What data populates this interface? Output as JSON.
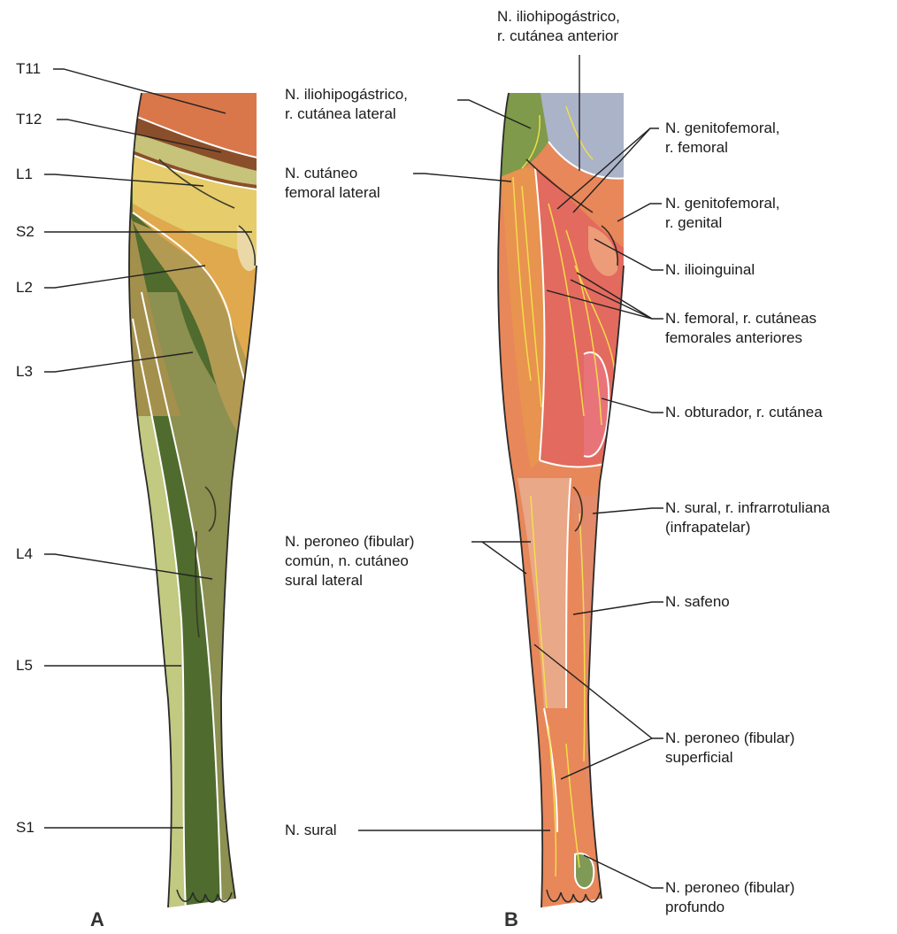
{
  "panel_a": {
    "label": "A",
    "dermatomes": [
      "T11",
      "T12",
      "L1",
      "S2",
      "L2",
      "L3",
      "L4",
      "L5",
      "S1"
    ]
  },
  "panel_b": {
    "label": "B",
    "nerves": [
      {
        "lines": [
          "N. iliohipogástrico,",
          "r. cutánea anterior"
        ]
      },
      {
        "lines": [
          "N. iliohipogástrico,",
          "r. cutánea lateral"
        ]
      },
      {
        "lines": [
          "N. cutáneo",
          "femoral lateral"
        ]
      },
      {
        "lines": [
          "N. genitofemoral,",
          "r. femoral"
        ]
      },
      {
        "lines": [
          "N. genitofemoral,",
          "r. genital"
        ]
      },
      {
        "lines": [
          "N. ilioinguinal"
        ]
      },
      {
        "lines": [
          "N. femoral, r. cutáneas",
          "femorales anteriores"
        ]
      },
      {
        "lines": [
          "N. obturador, r. cutánea"
        ]
      },
      {
        "lines": [
          "N. sural, r. infrarrotuliana",
          "(infrapatelar)"
        ]
      },
      {
        "lines": [
          "N. peroneo (fibular)",
          "común, n. cutáneo",
          "sural lateral"
        ]
      },
      {
        "lines": [
          "N. safeno"
        ]
      },
      {
        "lines": [
          "N. peroneo (fibular)",
          "superficial"
        ]
      },
      {
        "lines": [
          "N. sural"
        ]
      },
      {
        "lines": [
          "N. peroneo (fibular)",
          "profundo"
        ]
      }
    ]
  },
  "colors": {
    "t11": "#d9774a",
    "t12": "#8a4f2a",
    "l1": "#e6cc6a",
    "l2": "#e0a94e",
    "l3": "#b39a52",
    "l4": "#8c9050",
    "l5": "#c2c980",
    "s1": "#4f6b2e",
    "skin_b": "#e8875a",
    "femoral_b": "#e36a5e",
    "lateral_b": "#e8934f",
    "obturator_b": "#e8747a",
    "iliohypo_ant": "#aab3c8",
    "iliohypo_lat": "#7e9a4a",
    "peroneal_b": "#e9a887",
    "deep_peroneal": "#7f9a56",
    "nerve_lines": "#f5e04a"
  }
}
